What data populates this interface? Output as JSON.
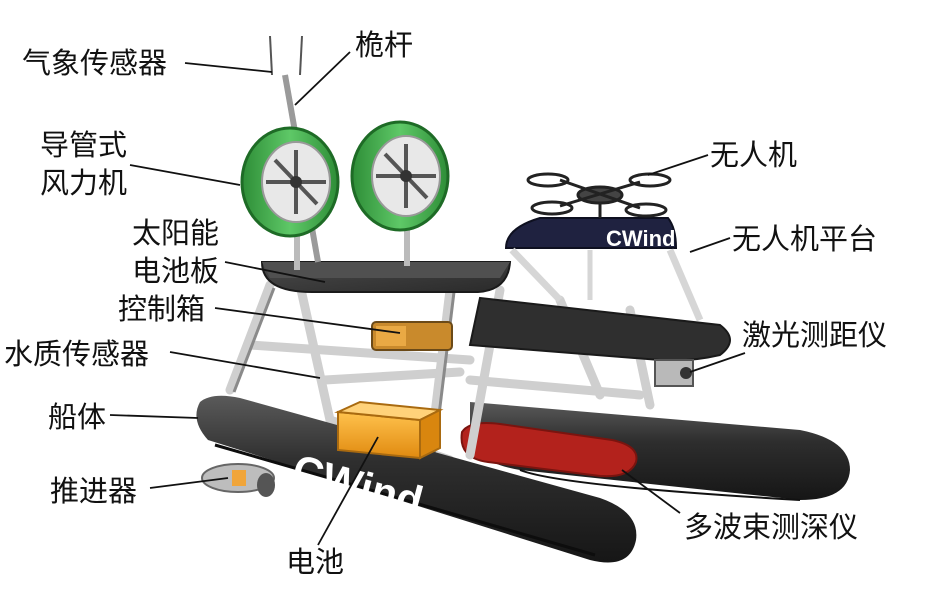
{
  "labels": {
    "weather_sensor": "气象传感器",
    "mast": "桅杆",
    "ducted_fan_1": "导管式",
    "ducted_fan_2": "风力机",
    "solar_panel_1": "太阳能",
    "solar_panel_2": "电池板",
    "control_box": "控制箱",
    "water_quality_sensor": "水质传感器",
    "hull": "船体",
    "thruster": "推进器",
    "battery": "电池",
    "uav": "无人机",
    "uav_platform": "无人机平台",
    "laser_rangefinder": "激光测距仪",
    "multibeam_sounder": "多波束测深仪"
  },
  "brand": {
    "hull_logo": "CWind",
    "platform_logo": "CWind"
  },
  "colors": {
    "hull": "#2b2b2b",
    "deck": "#3a3a3a",
    "frame": "#dcdcdc",
    "fan_green": "#3fae49",
    "battery_orange": "#f5a623",
    "sounder_red": "#b3221c"
  }
}
